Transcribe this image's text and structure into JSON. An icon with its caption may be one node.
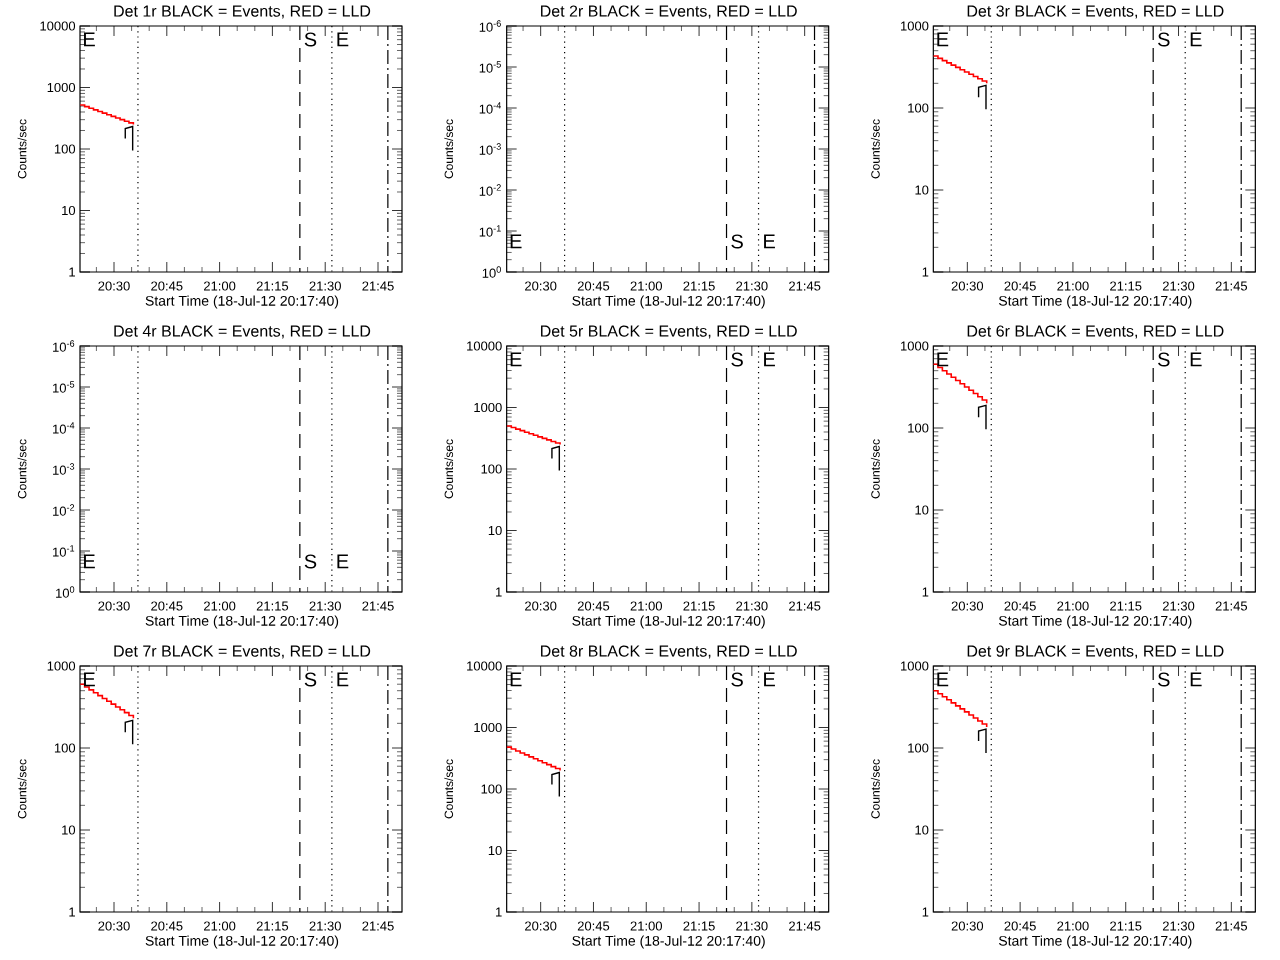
{
  "diagram": {
    "labels": [
      "Det 1r BLACK = Events, RED = LLD",
      "Counts/sec",
      "10000",
      "1000",
      "100",
      "10",
      "1",
      "E",
      "S",
      "E",
      "20:30",
      "20:45",
      "21:00",
      "21:15",
      "21:30",
      "21:45",
      "Start Time (18-Jul-12 20:17:40)",
      "Det 2r BLACK = Events, RED = LLD",
      "Counts/sec",
      "10$^{-6}$",
      "10$^{-5}$",
      "10$^{-4}$",
      "10$^{-3}$",
      "10$^{-2}$",
      "10$^{-1}$",
      "10$^{0}$",
      "E",
      "S",
      "E",
      "20:30",
      "20:45",
      "21:00",
      "21:15",
      "21:30",
      "21:45",
      "Start Time (18-Jul-12 20:17:40)",
      "Det 3r BLACK = Events, RED = LLD",
      "Counts/sec",
      "1000",
      "100",
      "10",
      "1",
      "E",
      "S",
      "E",
      "20:30",
      "20:45",
      "21:00",
      "21:15",
      "21:30",
      "21:45",
      "Start Time (18-Jul-12 20:17:40)",
      "Det 4r BLACK = Events, RED = LLD",
      "Counts/sec",
      "10$^{-6}$",
      "10$^{-5}$",
      "10$^{-4}$",
      "10$^{-3}$",
      "10$^{-2}$",
      "10$^{-1}$",
      "10$^{0}$",
      "E",
      "S",
      "E",
      "20:30",
      "20:45",
      "21:00",
      "21:15",
      "21:30",
      "21:45",
      "Start Time (18-Jul-12 20:17:40)",
      "Det 5r BLACK = Events, RED = LLD",
      "Counts/sec",
      "10000",
      "1000",
      "100",
      "10",
      "1",
      "E",
      "S",
      "E",
      "20:30",
      "20:45",
      "21:00",
      "21:15",
      "21:30",
      "21:45",
      "Start Time (18-Jul-12 20:17:40)",
      "Det 6r BLACK = Events, RED = LLD",
      "Counts/sec",
      "1000",
      "100",
      "10",
      "1",
      "E",
      "S",
      "E",
      "20:30",
      "20:45",
      "21:00",
      "21:15",
      "21:30",
      "21:45",
      "Start Time (18-Jul-12 20:17:40)",
      "Det 7r BLACK = Events, RED = LLD",
      "Counts/sec",
      "1000",
      "100",
      "10",
      "1",
      "E",
      "S",
      "E",
      "20:30",
      "20:45",
      "21:00",
      "21:15",
      "21:30",
      "21:45",
      "Start Time (18-Jul-12 20:17:40)",
      "Det 8r BLACK = Events, RED = LLD",
      "Counts/sec",
      "10000",
      "1000",
      "100",
      "10",
      "1",
      "E",
      "S",
      "E",
      "20:30",
      "20:45",
      "21:00",
      "21:15",
      "21:30",
      "21:45",
      "Start Time (18-Jul-12 20:17:40)",
      "Det 9r BLACK = Events, RED = LLD",
      "Counts/sec",
      "1000",
      "100",
      "10",
      "1",
      "E",
      "S",
      "E",
      "20:30",
      "20:45",
      "21:00",
      "21:15",
      "21:30",
      "21:45",
      "Start Time (18-Jul-12 20:17:40)"
    ]
  }
}
